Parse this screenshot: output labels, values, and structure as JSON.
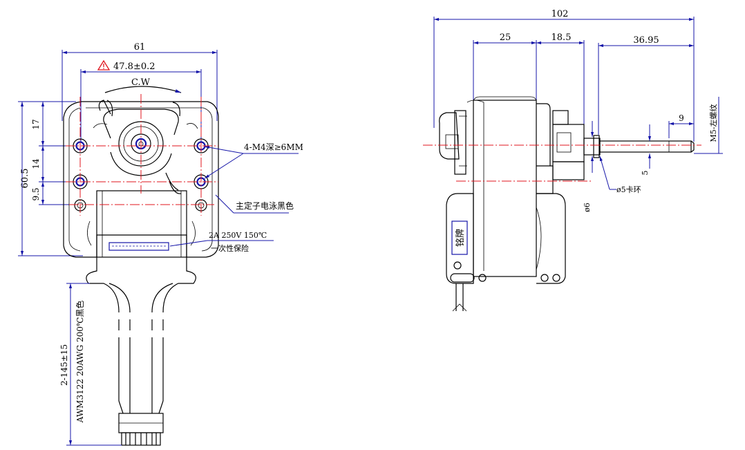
{
  "colors": {
    "dimension": "#1515a8",
    "centerline": "#e0141e",
    "outline": "#000000",
    "warning": "#e0141e"
  },
  "front": {
    "dim_width": "61",
    "dim_hole_span": "47.8±0.2",
    "rotation": "C.W",
    "dim_height": "60.5",
    "dim_17": "17",
    "dim_14": "14",
    "dim_9_5": "9.5",
    "note_holes": "4-M4深≥6MM",
    "note_stator": "主定子电泳黑色",
    "fuse_line1": "2A 250V 150℃",
    "fuse_line2": "一次性保险",
    "lead_length": "2-145±15",
    "lead_spec": "AWM3122 20AWG 200℃黑色"
  },
  "side": {
    "dim_total": "102",
    "dim_25": "25",
    "dim_18_5": "18.5",
    "dim_36_95": "36.95",
    "dim_9": "9",
    "dim_5": "5",
    "dim_6": "ø6",
    "note_clip": "ø5卡环",
    "note_thread": "M5-左螺纹",
    "nameplate": "铭牌"
  }
}
